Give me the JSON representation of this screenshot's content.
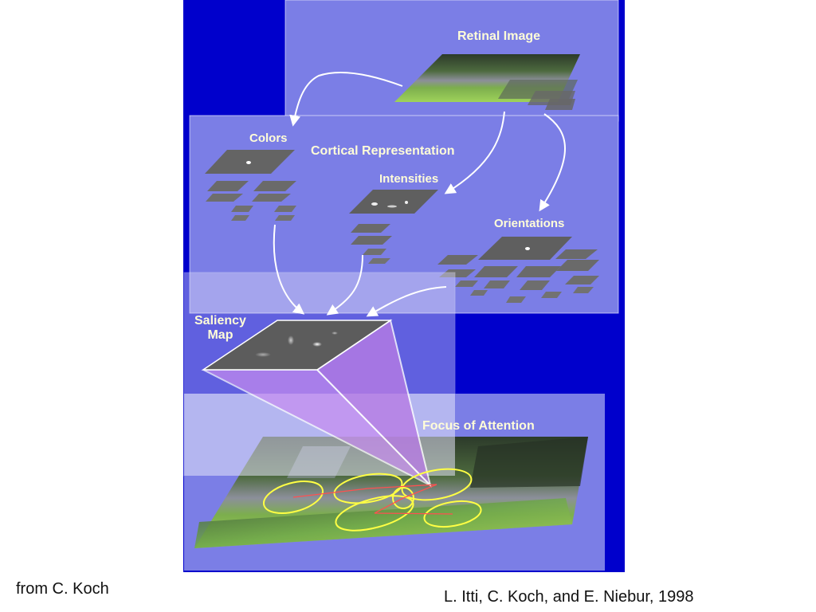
{
  "labels": {
    "retinal_image": "Retinal Image",
    "cortical_representation": "Cortical Representation",
    "colors": "Colors",
    "intensities": "Intensities",
    "orientations": "Orientations",
    "saliency_map_line1": "Saliency",
    "saliency_map_line2": "Map",
    "focus_of_attention": "Focus of Attention"
  },
  "captions": {
    "source": "from C. Koch",
    "citation": "L. Itti, C. Koch, and E. Niebur, 1998"
  },
  "colors": {
    "background_panel": "#0000cc",
    "layer_panel": "#7b7ee6",
    "label_text": "#fffdd8",
    "arrow": "#ffffff",
    "attention_cone": "#c78cf0",
    "attention_ellipse": "#ffff44"
  }
}
